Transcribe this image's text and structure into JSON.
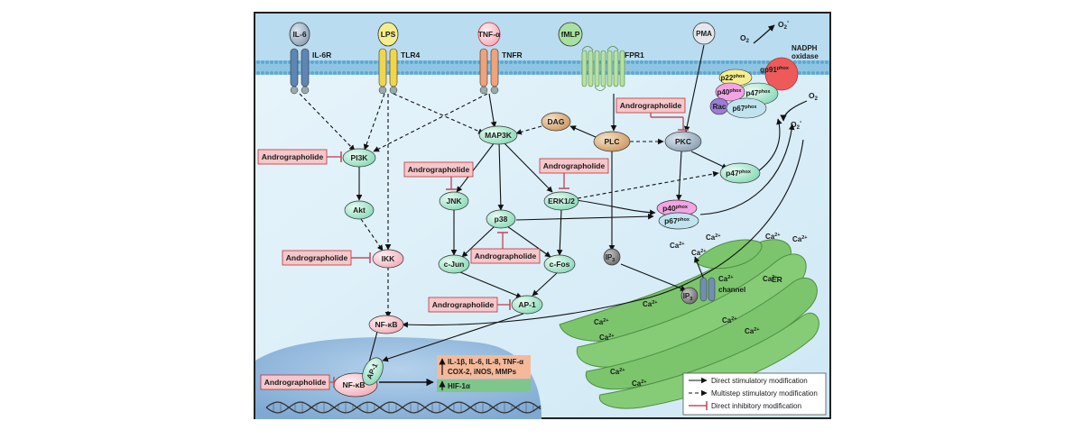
{
  "receptors": {
    "il6": "IL-6",
    "il6r": "IL-6R",
    "lps": "LPS",
    "tlr4": "TLR4",
    "tnfa": "TNF-α",
    "tnfr": "TNFR",
    "fmlp": "fMLP",
    "fpr1": "FPR1",
    "pma": "PMA"
  },
  "nadph": {
    "title_line1": "NADPH",
    "title_line2": "oxidase",
    "gp91": "gp91",
    "p22": "p22",
    "p40": "p40",
    "p47": "p47",
    "rac": "Rac",
    "p67": "p67",
    "phox": "phox",
    "o2": "O",
    "sub2": "2",
    "superoxide_sign": "-"
  },
  "nodes": {
    "pi3k": "PI3K",
    "akt": "Akt",
    "ikk": "IKK",
    "nfkb_cyto": "NF-κB",
    "nfkb_nuc": "NF-κB",
    "ap1_nuc": "AP-1",
    "map3k": "MAP3K",
    "jnk": "JNK",
    "p38": "p38",
    "erk": "ERK1/2",
    "cjun": "c-Jun",
    "cfos": "c-Fos",
    "ap1": "AP-1",
    "dag": "DAG",
    "plc": "PLC",
    "pkc": "PKC",
    "p47": "p47",
    "p40": "p40",
    "p67": "p67",
    "ip3": "IP",
    "ip3_sub": "3",
    "ca_channel_l1": "Ca",
    "ca_channel_sup": "2+",
    "ca_channel_l2": "channel",
    "er": "ER",
    "ca": "Ca",
    "ca_sup": "2+"
  },
  "inhibitor": "Andrographolide",
  "genes": {
    "line1": "IL-1β, IL-6, IL-8, TNF-α",
    "line2": "COX-2, iNOS, MMPs",
    "hif": "HIF-1α"
  },
  "legend": {
    "direct": "Direct stimulatory modification",
    "multistep": "Multistep stimulatory modification",
    "inhibitory": "Direct inhibitory modification"
  },
  "colors": {
    "membrane": "#8ec5e3",
    "cytoplasm": "#dff0f9",
    "nucleus": "#9fc3e0",
    "node_green": "#b9ecd8",
    "node_brown": "#d9b48a",
    "node_pink": "#f7c8cf",
    "inhibit": "#c0505d",
    "er_green": "#7cc56d",
    "gene_orange": "#f5b99a",
    "gene_green": "#7fc68c"
  }
}
